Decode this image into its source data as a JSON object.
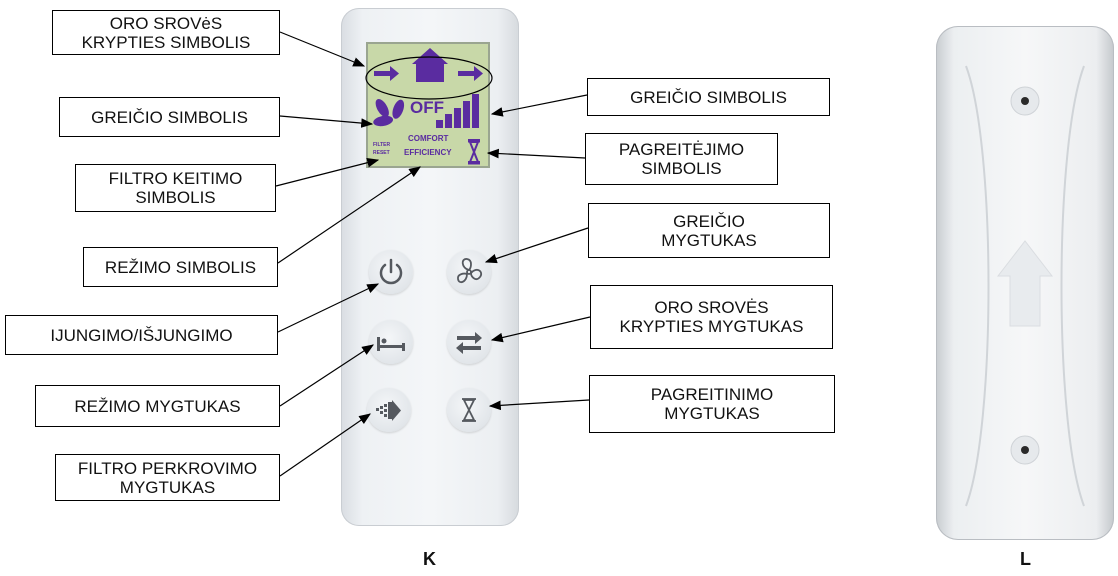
{
  "callouts": {
    "airflow_symbol": "ORO SROVėS\nKRYPTIES SIMBOLIS",
    "speed_symbol_left": "GREIČIO SIMBOLIS",
    "filter_symbol": "FILTRO KEITIMO\nSIMBOLIS",
    "mode_symbol": "REŽIMO SIMBOLIS",
    "power_button": "IJUNGIMO/IŠJUNGIMO",
    "mode_button": "REŽIMO MYGTUKAS",
    "filter_reset_button": "FILTRO PERKROVIMO\nMYGTUKAS",
    "speed_symbol_right": "GREIČIO SIMBOLIS",
    "boost_symbol": "PAGREITĖJIMO\nSIMBOLIS",
    "speed_button": "GREIČIO\nMYGTUKAS",
    "airflow_button": "ORO SROVĖS\nKRYPTIES MYGTUKAS",
    "boost_button": "PAGREITINIMO\nMYGTUKAS"
  },
  "lcd": {
    "off_text": "OFF",
    "comfort_text": "COMFORT",
    "efficiency_text": "EFFICIENCY",
    "filter_text": "FILTER",
    "reset_text": "RESET"
  },
  "figure_labels": {
    "remote": "K",
    "holder": "L"
  },
  "colors": {
    "lcd_icon": "#5a2ca0",
    "lcd_bg": "#c8d8a8",
    "button_icon": "#55595f"
  }
}
